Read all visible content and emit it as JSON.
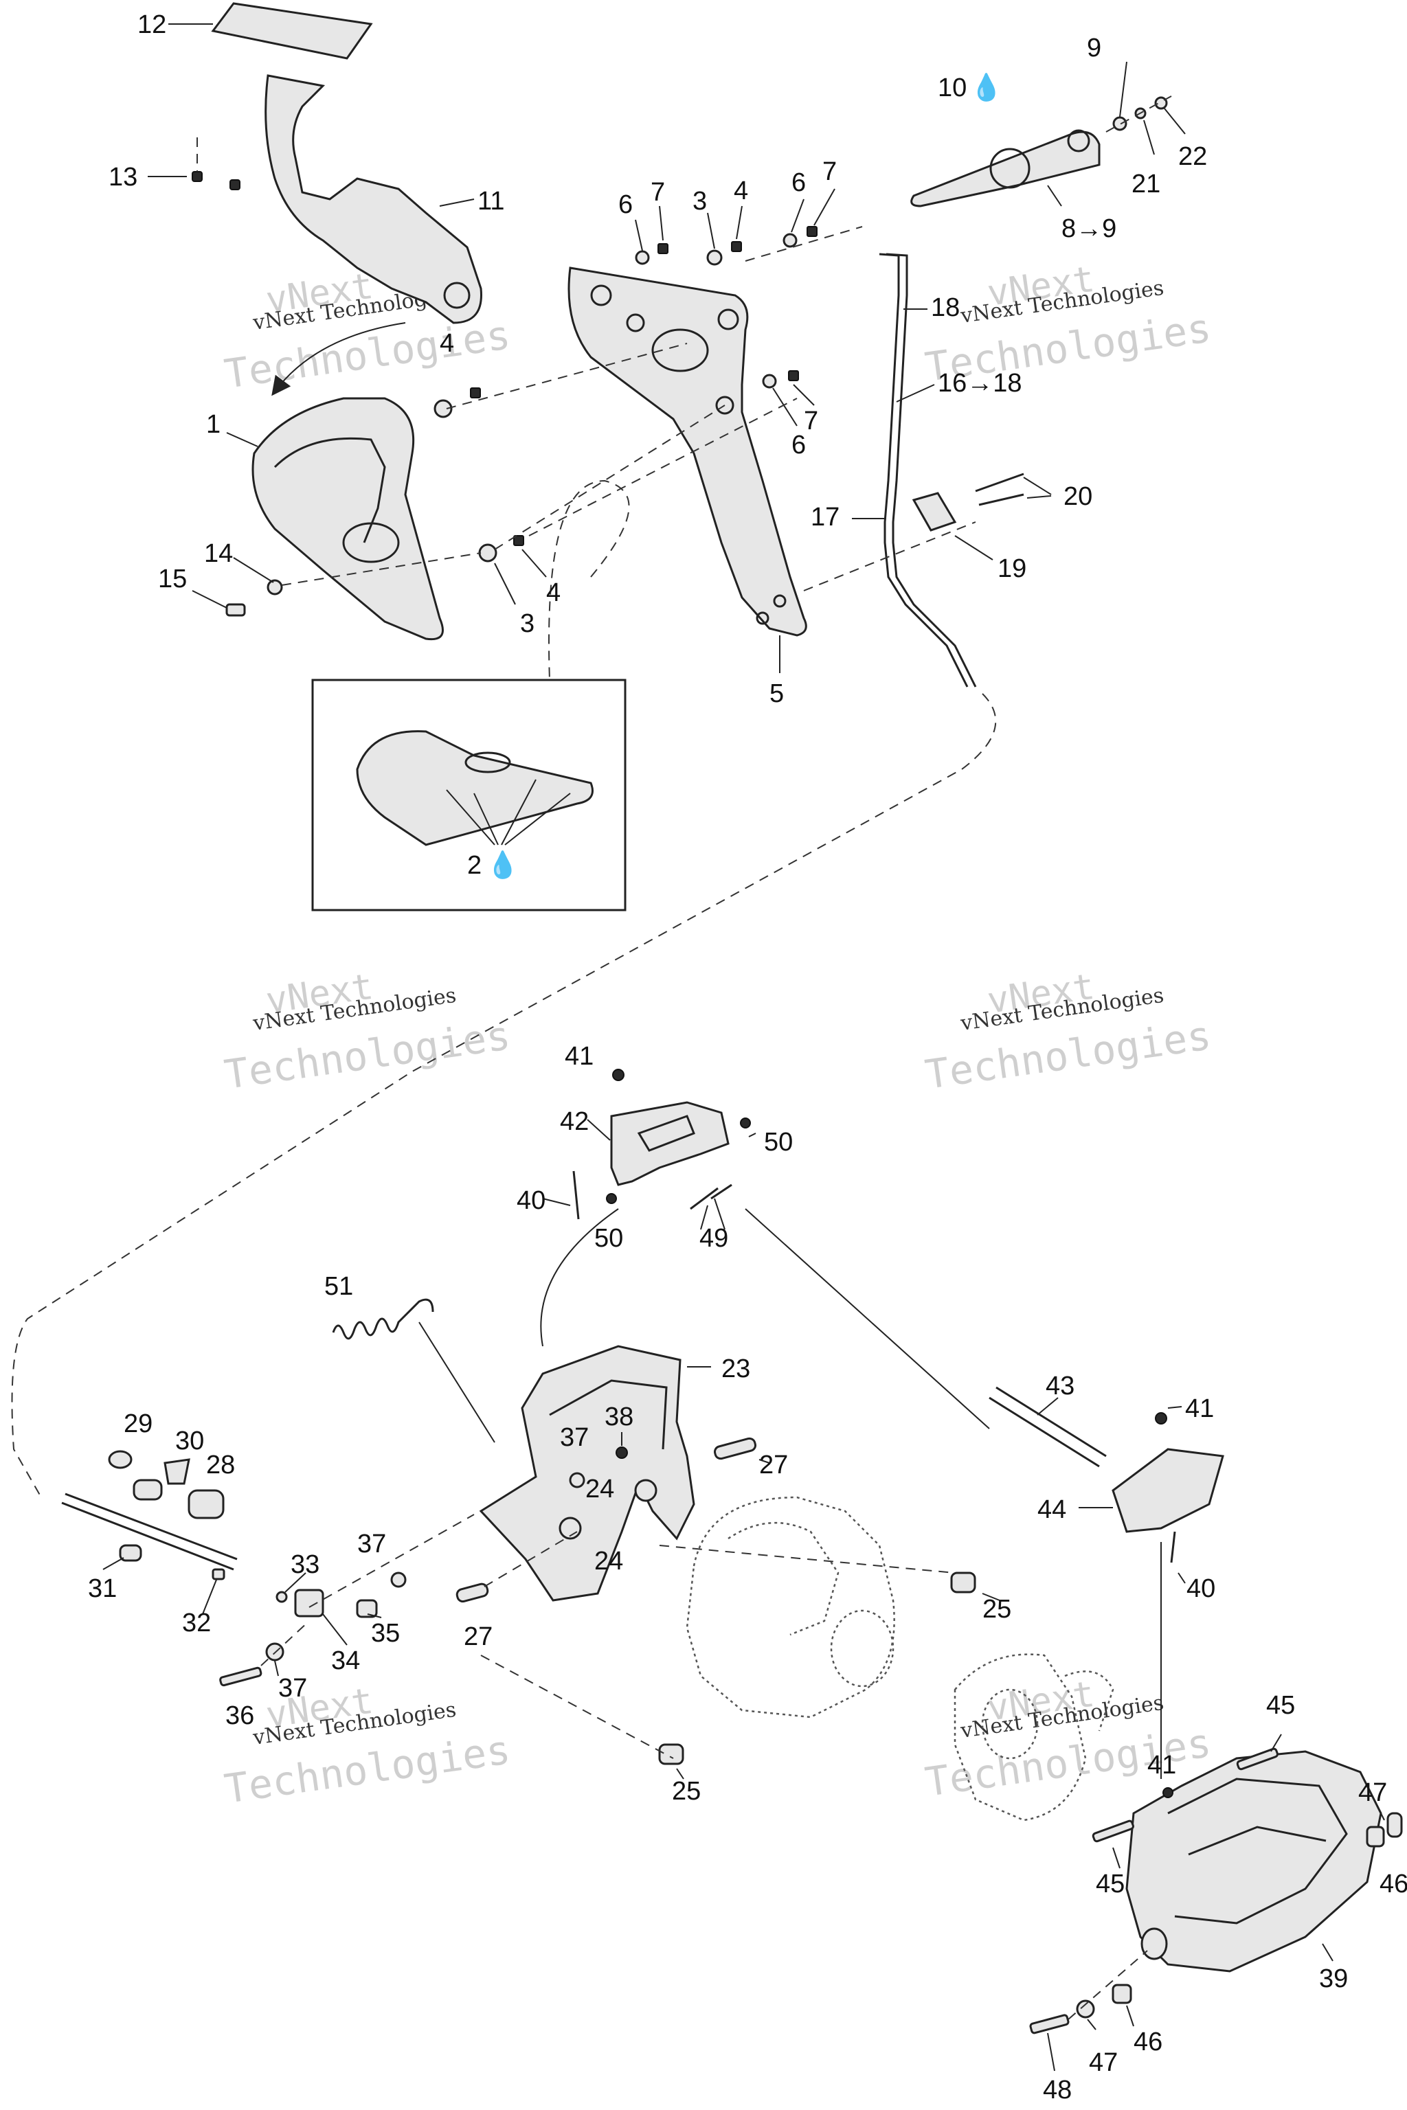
{
  "watermark": {
    "line1": "vNext",
    "line2": "Technologies",
    "small": "vNext Technologies"
  },
  "symbols": {
    "drop": "💧",
    "arrow": "→"
  },
  "callouts": [
    {
      "id": "c12",
      "text": "12"
    },
    {
      "id": "c13",
      "text": "13"
    },
    {
      "id": "c11",
      "text": "11"
    },
    {
      "id": "c4a",
      "text": "4"
    },
    {
      "id": "c1",
      "text": "1"
    },
    {
      "id": "c14",
      "text": "14"
    },
    {
      "id": "c15",
      "text": "15"
    },
    {
      "id": "c6a",
      "text": "6"
    },
    {
      "id": "c7a",
      "text": "7"
    },
    {
      "id": "c3a",
      "text": "3"
    },
    {
      "id": "c4b",
      "text": "4"
    },
    {
      "id": "c6b",
      "text": "6"
    },
    {
      "id": "c7b",
      "text": "7"
    },
    {
      "id": "c9",
      "text": "9"
    },
    {
      "id": "c10",
      "text": "10"
    },
    {
      "id": "c21",
      "text": "21"
    },
    {
      "id": "c22",
      "text": "22"
    },
    {
      "id": "c8_9",
      "text": "8→9"
    },
    {
      "id": "c18",
      "text": "18"
    },
    {
      "id": "c16_18",
      "text": "16→18"
    },
    {
      "id": "c7c",
      "text": "7"
    },
    {
      "id": "c6c",
      "text": "6"
    },
    {
      "id": "c20",
      "text": "20"
    },
    {
      "id": "c17",
      "text": "17"
    },
    {
      "id": "c19",
      "text": "19"
    },
    {
      "id": "c4c",
      "text": "4"
    },
    {
      "id": "c3b",
      "text": "3"
    },
    {
      "id": "c5",
      "text": "5"
    },
    {
      "id": "c2",
      "text": "2"
    },
    {
      "id": "c41a",
      "text": "41"
    },
    {
      "id": "c42",
      "text": "42"
    },
    {
      "id": "c50a",
      "text": "50"
    },
    {
      "id": "c40a",
      "text": "40"
    },
    {
      "id": "c50b",
      "text": "50"
    },
    {
      "id": "c49",
      "text": "49"
    },
    {
      "id": "c51",
      "text": "51"
    },
    {
      "id": "c23",
      "text": "23"
    },
    {
      "id": "c43",
      "text": "43"
    },
    {
      "id": "c41b",
      "text": "41"
    },
    {
      "id": "c29",
      "text": "29"
    },
    {
      "id": "c30",
      "text": "30"
    },
    {
      "id": "c28",
      "text": "28"
    },
    {
      "id": "c37a",
      "text": "37"
    },
    {
      "id": "c38",
      "text": "38"
    },
    {
      "id": "c27a",
      "text": "27"
    },
    {
      "id": "c24a",
      "text": "24"
    },
    {
      "id": "c44",
      "text": "44"
    },
    {
      "id": "c24b",
      "text": "24"
    },
    {
      "id": "c37b",
      "text": "37"
    },
    {
      "id": "c33",
      "text": "33"
    },
    {
      "id": "c31",
      "text": "31"
    },
    {
      "id": "c32",
      "text": "32"
    },
    {
      "id": "c35",
      "text": "35"
    },
    {
      "id": "c34",
      "text": "34"
    },
    {
      "id": "c27b",
      "text": "27"
    },
    {
      "id": "c25a",
      "text": "25"
    },
    {
      "id": "c40b",
      "text": "40"
    },
    {
      "id": "c37c",
      "text": "37"
    },
    {
      "id": "c36",
      "text": "36"
    },
    {
      "id": "c25b",
      "text": "25"
    },
    {
      "id": "c45a",
      "text": "45"
    },
    {
      "id": "c41c",
      "text": "41"
    },
    {
      "id": "c47a",
      "text": "47"
    },
    {
      "id": "c45b",
      "text": "45"
    },
    {
      "id": "c46a",
      "text": "46"
    },
    {
      "id": "c39",
      "text": "39"
    },
    {
      "id": "c46b",
      "text": "46"
    },
    {
      "id": "c47b",
      "text": "47"
    },
    {
      "id": "c48",
      "text": "48"
    }
  ]
}
